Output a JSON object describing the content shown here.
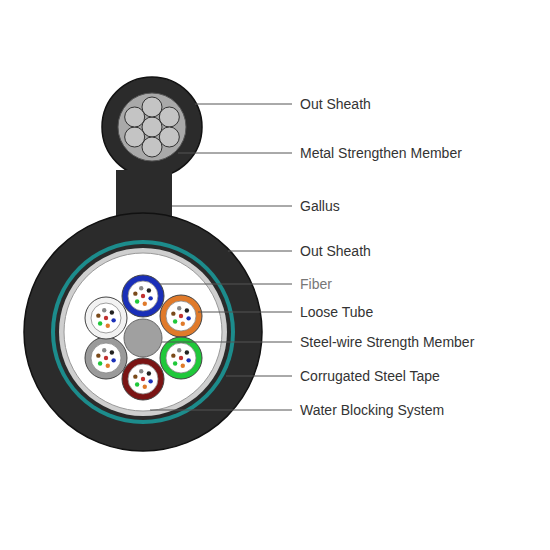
{
  "diagram": {
    "labels": [
      "Out Sheath",
      "Metal Strengthen Member",
      "Gallus",
      "Out Sheath",
      "Fiber",
      "Loose Tube",
      "Steel-wire Strength Member",
      "Corrugated Steel Tape",
      "Water Blocking System"
    ]
  }
}
